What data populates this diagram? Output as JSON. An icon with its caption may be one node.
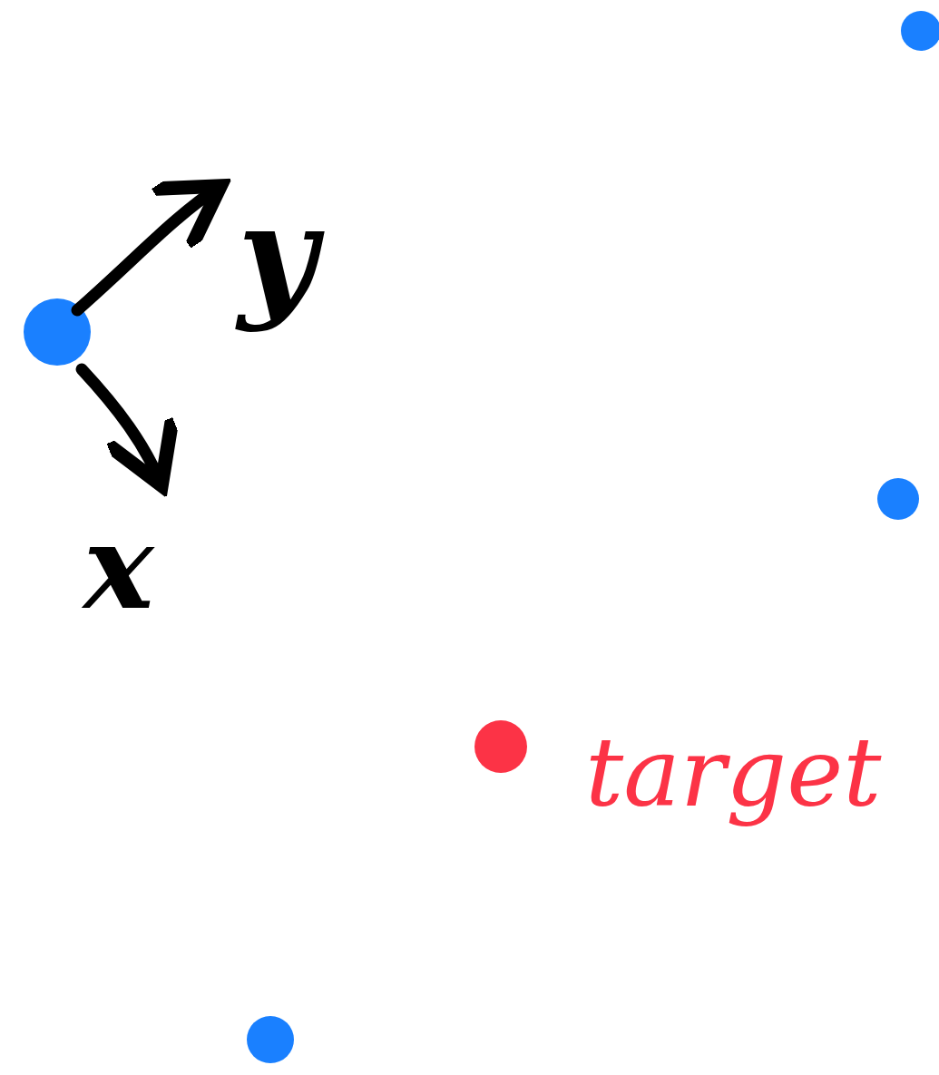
{
  "diagram": {
    "nodes": [
      {
        "text": [],
        "shape": "circle"
      },
      {
        "text": [],
        "shape": "circle"
      },
      {
        "text": [],
        "shape": "circle"
      },
      {
        "text": [],
        "shape": "circle"
      },
      {
        "text": [],
        "shape": "circle"
      }
    ],
    "labels": [
      "y",
      "x",
      "target"
    ]
  }
}
